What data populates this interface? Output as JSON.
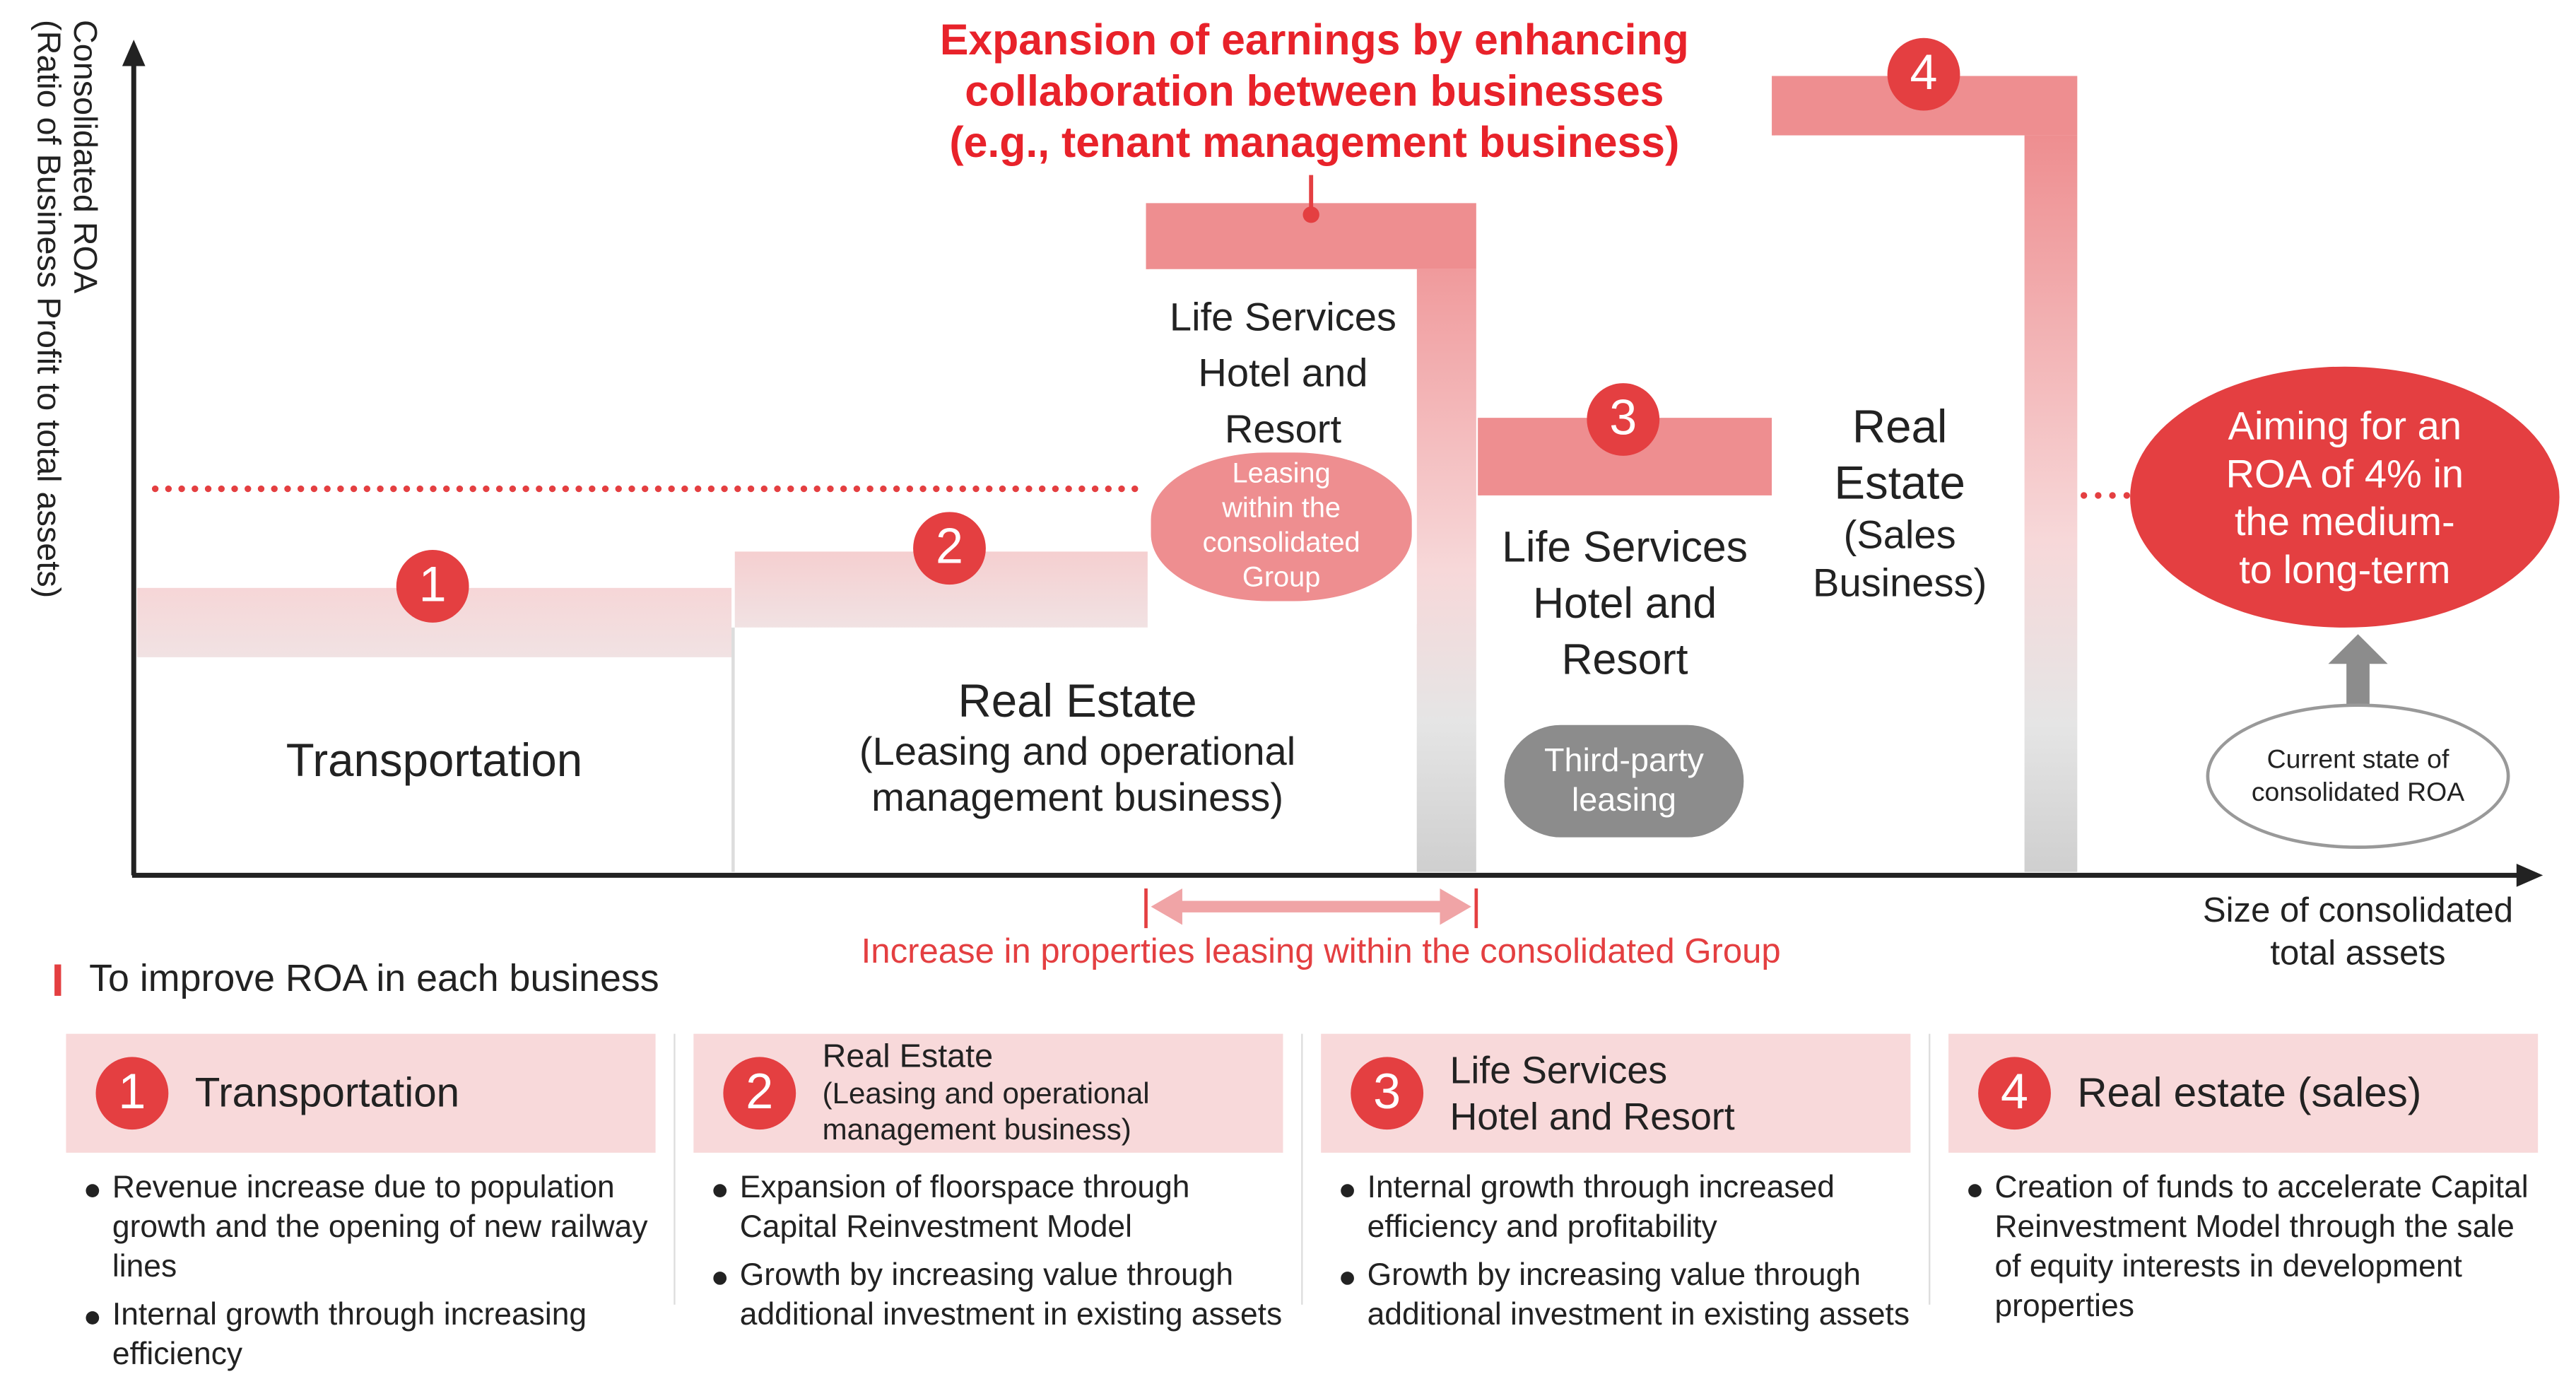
{
  "axes": {
    "y_title": "Consolidated ROA",
    "y_subtitle": "(Ratio of Business Profit to total assets)",
    "x_title_line1": "Size of consolidated",
    "x_title_line2": "total assets"
  },
  "callout_top": [
    "Expansion of earnings by enhancing",
    "collaboration between businesses",
    "(e.g., tenant management business)"
  ],
  "blocks": {
    "transportation": {
      "number": "1",
      "label": "Transportation"
    },
    "real_estate_leasing": {
      "number": "2",
      "title": "Real Estate",
      "sub1": "(Leasing and operational",
      "sub2": "management business)"
    },
    "life_services_internal": {
      "lines": [
        "Life Services",
        "Hotel and",
        "Resort"
      ],
      "pill": [
        "Leasing",
        "within the",
        "consolidated",
        "Group"
      ]
    },
    "life_services_third": {
      "number": "3",
      "lines": [
        "Life Services",
        "Hotel and",
        "Resort"
      ],
      "pill": [
        "Third-party",
        "leasing"
      ]
    },
    "real_estate_sales": {
      "number": "4",
      "lines": [
        "Real",
        "Estate",
        "(Sales",
        "Business)"
      ]
    }
  },
  "target": [
    "Aiming for an",
    "ROA of 4% in",
    "the medium-",
    "to long-term"
  ],
  "current": [
    "Current state of",
    "consolidated ROA"
  ],
  "arrow_caption": "Increase in properties leasing within the consolidated Group",
  "section_title": "To improve ROA in each business",
  "cards": [
    {
      "number": "1",
      "title": [
        "Transportation"
      ],
      "bullets": [
        "Revenue increase due to population growth and the opening of new railway lines",
        "Internal growth through increasing efficiency"
      ]
    },
    {
      "number": "2",
      "title": [
        "Real Estate",
        "(Leasing and operational",
        "management business)"
      ],
      "bullets": [
        "Expansion of floorspace through Capital Reinvestment Model",
        "Growth by increasing value through additional investment in existing assets"
      ]
    },
    {
      "number": "3",
      "title": [
        "Life Services",
        "Hotel and Resort"
      ],
      "bullets": [
        "Internal growth through increased efficiency and profitability",
        "Growth by increasing value through additional investment in existing assets"
      ]
    },
    {
      "number": "4",
      "title": [
        "Real estate (sales)"
      ],
      "bullets": [
        "Creation of funds to accelerate Capital Reinvestment Model through the sale of equity interests in development properties"
      ]
    }
  ],
  "colors": {
    "accent": "#e43f41",
    "band": "#f8d9da",
    "grey": "#8c8c8c"
  }
}
